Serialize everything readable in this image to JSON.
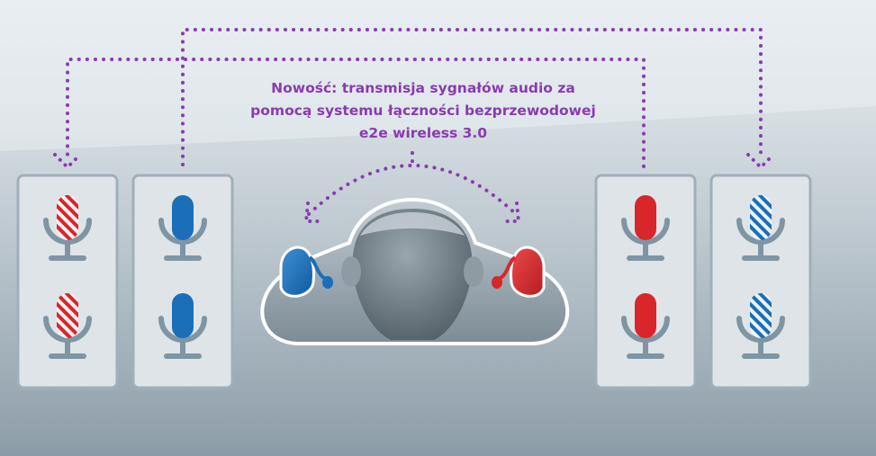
{
  "caption": {
    "line1": "Nowość: transmisja sygnałów audio za",
    "line2": "pomocą systemu łączności bezprzewodowej",
    "line3": "e2e wireless 3.0"
  },
  "colors": {
    "accent_purple": "#8a3bb0",
    "left_blue": "#1a6fb8",
    "right_red": "#d8262a",
    "panel": "#dfe4e8",
    "panel_border": "#9fb0bb",
    "mic_stand": "#7f95a4"
  },
  "panels": [
    {
      "id": "left-outer",
      "mic_color": "red",
      "style": "striped"
    },
    {
      "id": "left-inner",
      "mic_color": "blue",
      "style": "solid"
    },
    {
      "id": "right-inner",
      "mic_color": "red",
      "style": "solid"
    },
    {
      "id": "right-outer",
      "mic_color": "blue",
      "style": "striped"
    }
  ],
  "icons": [
    "microphone-icon",
    "hearing-aid-icon",
    "head-icon",
    "arrow-icon"
  ]
}
